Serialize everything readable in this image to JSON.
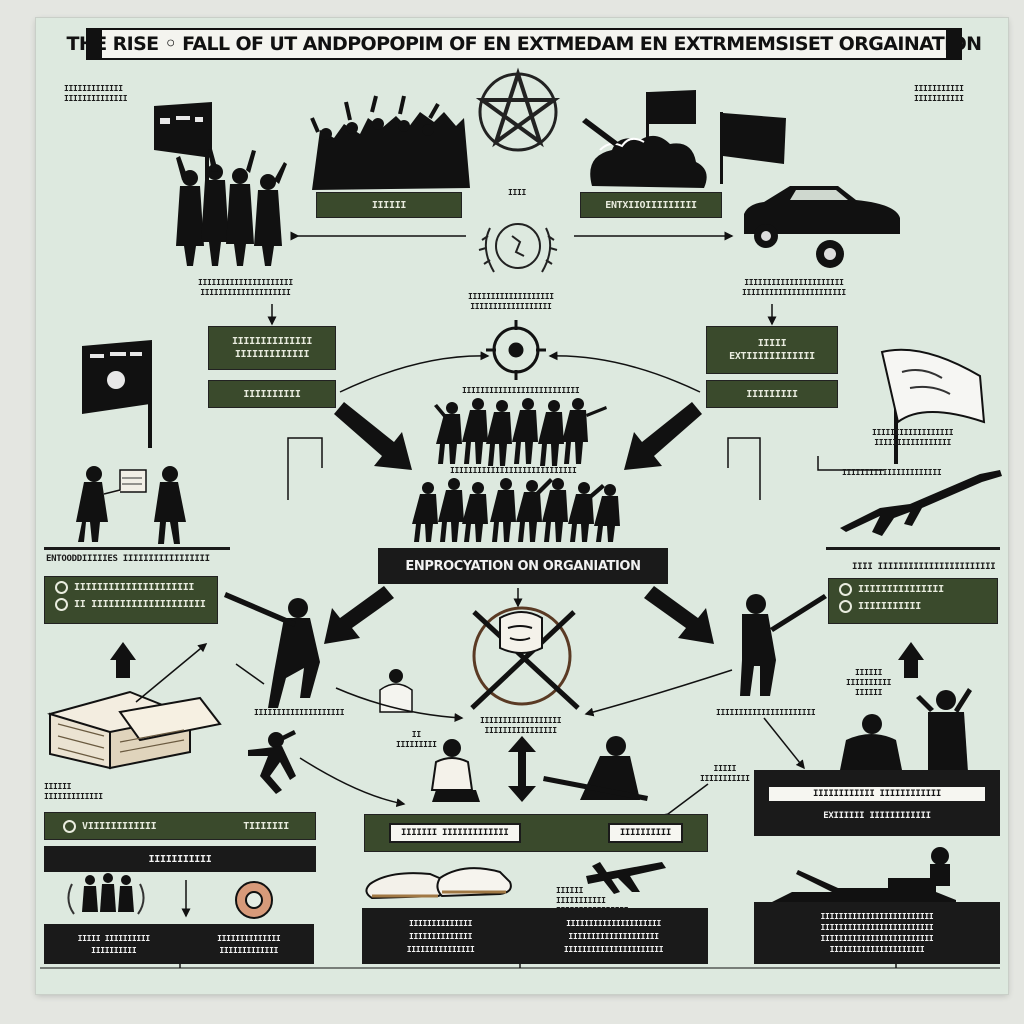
{
  "title": "THE RISE ◦ FALL OF UT ANDPOPOPIM OF EN EXTMEDAM EN EXTRMEMSISET ORGAINATION",
  "corner_labels": {
    "top_left": "IIIIIIIIIIIII\nIIIIIIIIIIIIII",
    "top_right": "IIIIIIIIIII\nIIIIIIIIIII"
  },
  "top": {
    "left_box": "IIIIII",
    "right_box": "ENTXIIOIIIIIIIII",
    "center_caption_top": "IIII",
    "center_caption": "IIIIIIIIIIIIIIIIIII\nIIIIIIIIIIIIIIIIII",
    "left_caption": "IIIIIIIIIIIIIIIIIIIII\nIIIIIIIIIIIIIIIIIIII",
    "right_caption": "IIIIIIIIIIIIIIIIIIIIII\nIIIIIIIIIIIIIIIIIIIIIII"
  },
  "mid": {
    "left_box_a": "IIIIIIIIIIIIII\nIIIIIIIIIIIII",
    "left_box_b": "IIIIIIIIII",
    "right_box_a": "IIIII\nEXTIIIIIIIIIIII",
    "right_box_b": "IIIIIIIII",
    "center_caption": "IIIIIIIIIIIIIIIIIIIIIIIIII",
    "group_caption": "IIIIIIIIIIIIIIIIIIIIIIIIIIII",
    "right_flag_caption": "IIIIIIIIIIIIIIIIII\nIIIIIIIIIIIIIIIII",
    "right_gun_caption": "IIIIIIIIIIIIIIIIIIIIII"
  },
  "central_banner": "ENPROCYATION ON ORGANIATION",
  "left_panel": {
    "heading": "ENTOODDIIIIIES IIIIIIIIIIIIIIIII",
    "items": [
      "IIIIIIIIIIIIIIIIIIIII",
      "II IIIIIIIIIIIIIIIIIIII"
    ]
  },
  "right_panel": {
    "heading": "IIII IIIIIIIIIIIIIIIIIIIIIII",
    "items": [
      "IIIIIIIIIIIIIII",
      "IIIIIIIIIII"
    ]
  },
  "center_lower_captions": {
    "left_figure": "IIIIIIIIIIIIIIIIIIII",
    "emblem": "IIIIIIIIIIIIIIIIII\nIIIIIIIIIIIIIIII",
    "small_left": "II\nIIIIIIIII",
    "right_figure": "IIIIIIIIIIIIIIIIIIIIII",
    "right_small": "IIIIII\nIIIIIIIIII\nIIIIII",
    "book_caption": "IIIIII\nIIIIIIIIIIIII",
    "kneel_caption": "IIIII\nIIIIIIIIIII",
    "gun_caption": "IIIIII",
    "shoe_caption": "IIIIIIIIIII\nIIIIIIIIIIIIIIII"
  },
  "bottom_left": {
    "bar_a_left": "VIIIIIIIIIIII",
    "bar_a_right": "TIIIIIII",
    "bar_b": "IIIIIIIIIII",
    "list": [
      "IIIII IIIIIIIIII",
      "IIIIIIIIII",
      "IIIIIIIIIIIIII",
      "IIIIIIIIIIIII"
    ]
  },
  "bottom_center": {
    "tag_left": "IIIIIII IIIIIIIIIIIII",
    "tag_right": "IIIIIIIIII",
    "list_left": [
      "IIIIIIIIIIIIII",
      "IIIIIIIIIIIIII",
      "IIIIIIIIIIIIIII"
    ],
    "list_right": [
      "IIIIIIIIIIIIIIIIIIIII",
      "IIIIIIIIIIIIIIIIIIII",
      "IIIIIIIIIIIIIIIIIIIIII"
    ]
  },
  "bottom_right": {
    "box_light": "IIIIIIIIIIII IIIIIIIIIIII",
    "box_caption": "EXIIIIII IIIIIIIIIIII",
    "list": [
      "IIIIIIIIIIIIIIIIIIIIIIIII",
      "IIIIIIIIIIIIIIIIIIIIIIIII",
      "IIIIIIIIIIIIIIIIIIIIIIIII",
      "IIIIIIIIIIIIIIIIIIIII"
    ]
  }
}
